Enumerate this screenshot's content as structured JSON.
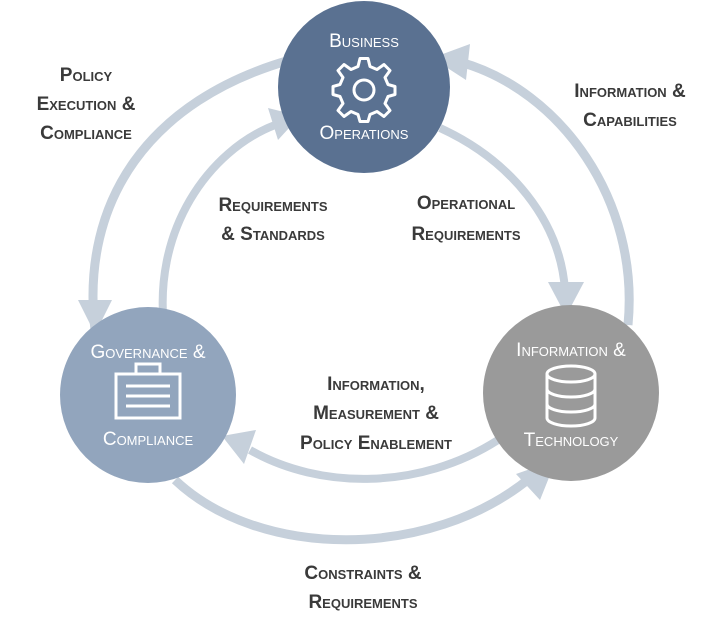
{
  "nodes": {
    "business": {
      "line1": "Business",
      "line2": "Operations",
      "icon": "gear-icon",
      "color": "#5a7191"
    },
    "governance": {
      "line1": "Governance &",
      "line2": "Compliance",
      "icon": "briefcase-icon",
      "color": "#92a5bd"
    },
    "information": {
      "line1": "Information &",
      "line2": "Technology",
      "icon": "database-icon",
      "color": "#9a9a9a"
    }
  },
  "flows": {
    "policy_execution": [
      "Policy",
      "Execution &",
      "Compliance"
    ],
    "information_capabilities": [
      "Information &",
      "Capabilities"
    ],
    "requirements_standards": [
      "Requirements",
      "& Standards"
    ],
    "operational_requirements": [
      "Operational",
      "Requirements"
    ],
    "information_measurement": [
      "Information,",
      "Measurement &",
      "Policy Enablement"
    ],
    "constraints_requirements": [
      "Constraints &",
      "Requirements"
    ]
  },
  "colors": {
    "arrow": "#c6d0db",
    "text": "#3a3a3a"
  }
}
